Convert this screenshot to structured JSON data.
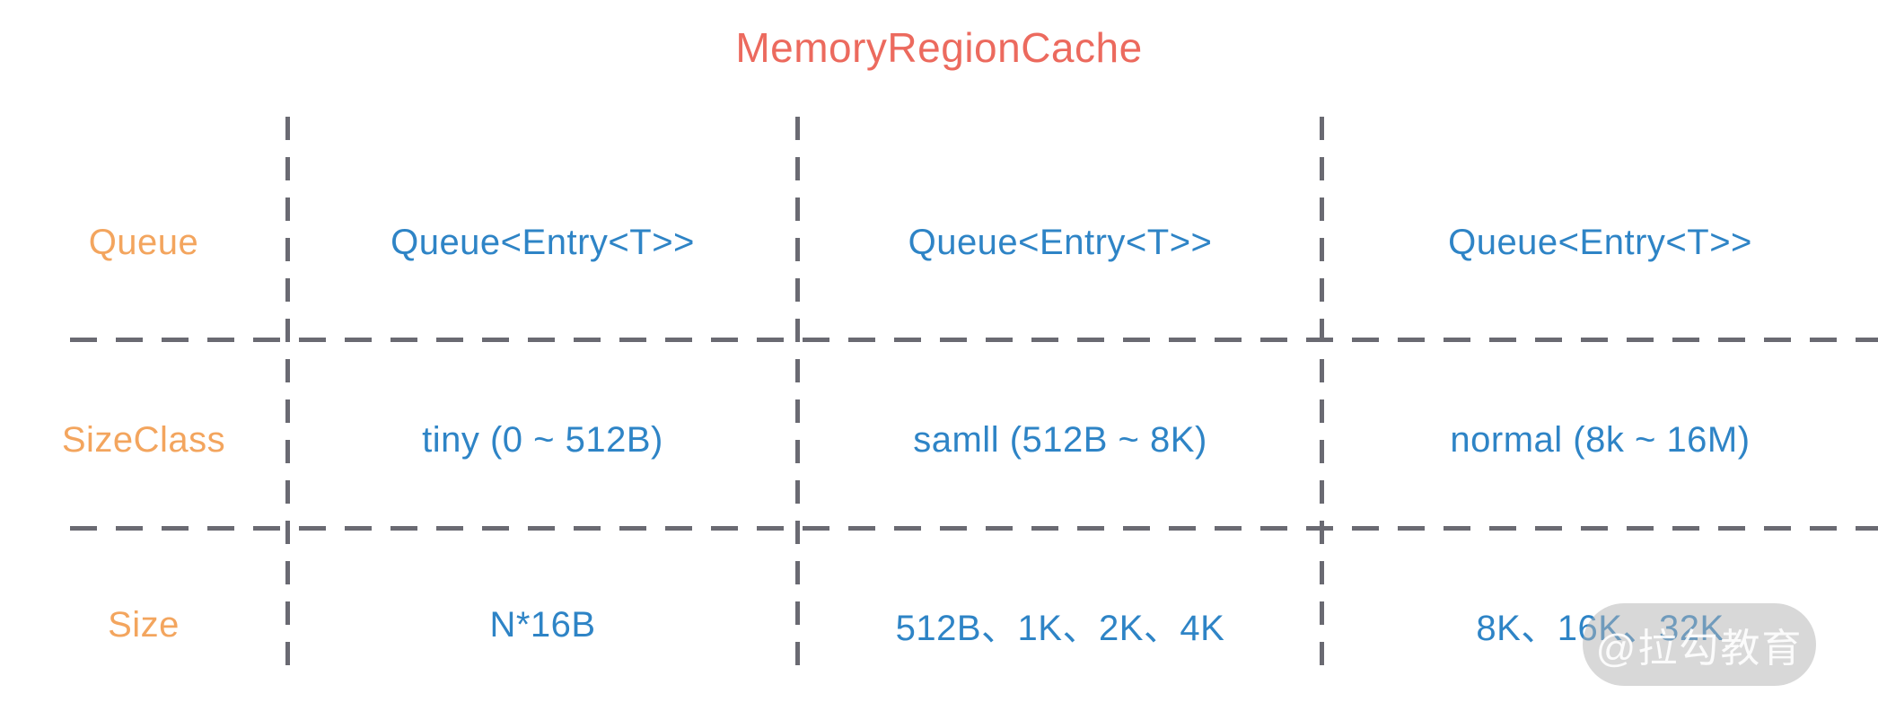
{
  "title": "MemoryRegionCache",
  "colors": {
    "title_text": "#EC6A5E",
    "row_label_text": "#F3A55E",
    "cell_text": "#2E84C6",
    "grid_dash": "#6A6A72"
  },
  "table": {
    "rows": [
      {
        "label": "Queue",
        "cells": [
          "Queue<Entry<T>>",
          "Queue<Entry<T>>",
          "Queue<Entry<T>>"
        ]
      },
      {
        "label": "SizeClass",
        "cells": [
          "tiny (0 ~ 512B)",
          "samll (512B ~ 8K)",
          "normal (8k ~ 16M)"
        ]
      },
      {
        "label": "Size",
        "cells": [
          "N*16B",
          "512B、1K、2K、4K",
          "8K、16K、32K"
        ]
      }
    ]
  },
  "watermark": "@拉勾教育"
}
